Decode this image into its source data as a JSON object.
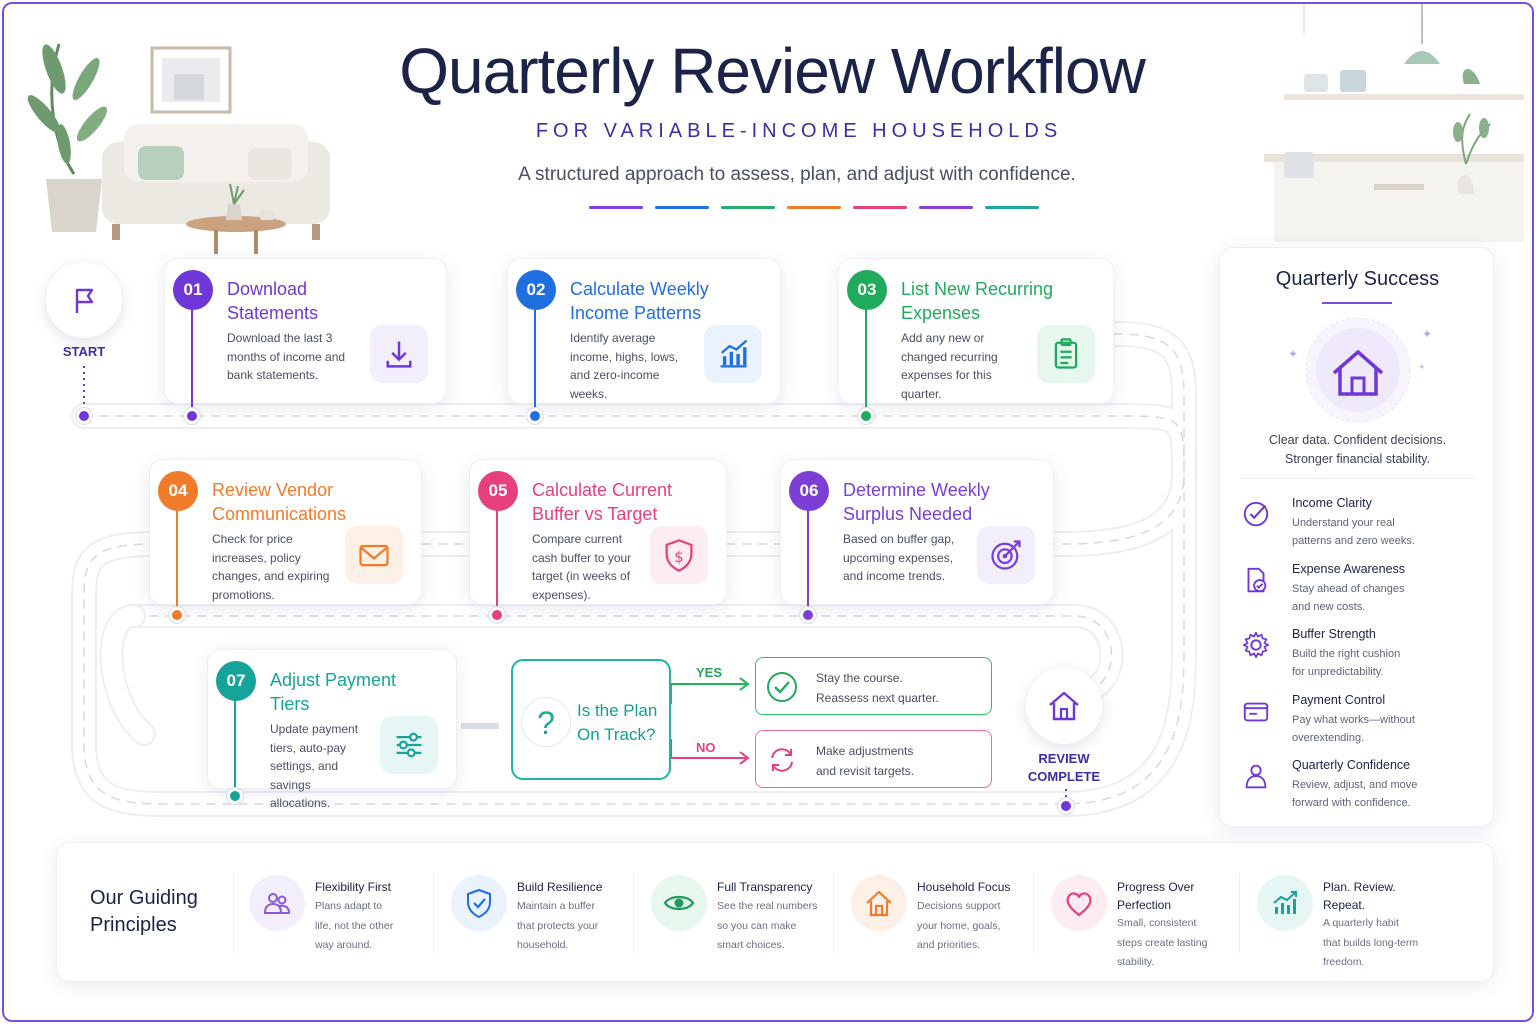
{
  "header": {
    "title": "Quarterly Review Workflow",
    "subtitle": "FOR VARIABLE-INCOME HOUSEHOLDS",
    "tagline": "A structured approach to assess, plan, and adjust with confidence.",
    "bar_colors": [
      "#7b3fe4",
      "#1f6fe0",
      "#22b06a",
      "#f07b2b",
      "#e6407e",
      "#8a3fd9",
      "#1aa8a0"
    ]
  },
  "flow": {
    "start_label": "START",
    "end_label_1": "REVIEW",
    "end_label_2": "COMPLETE",
    "steps": [
      {
        "num": "01",
        "title_1": "Download",
        "title_2": "Statements",
        "desc": "Download the last 3 months of income and bank statements.",
        "color": "#6f37d8",
        "icon": "download-icon"
      },
      {
        "num": "02",
        "title_1": "Calculate Weekly",
        "title_2": "Income Patterns",
        "desc": "Identify average income, highs, lows, and zero-income weeks.",
        "color": "#1f6fe0",
        "icon": "bar-chart-icon"
      },
      {
        "num": "03",
        "title_1": "List New Recurring",
        "title_2": "Expenses",
        "desc": "Add any new or changed recurring expenses for this quarter.",
        "color": "#1faa5c",
        "icon": "clipboard-icon"
      },
      {
        "num": "04",
        "title_1": "Review Vendor",
        "title_2": "Communications",
        "desc": "Check for price increases, policy changes, and expiring promotions.",
        "color": "#f07b2b",
        "icon": "envelope-icon"
      },
      {
        "num": "05",
        "title_1": "Calculate Current",
        "title_2": "Buffer vs Target",
        "desc": "Compare current cash buffer to your target (in weeks of expenses).",
        "color": "#e6407e",
        "icon": "shield-dollar-icon"
      },
      {
        "num": "06",
        "title_1": "Determine Weekly",
        "title_2": "Surplus Needed",
        "desc": "Based on buffer gap, upcoming expenses, and income trends.",
        "color": "#7b3fd6",
        "icon": "target-icon"
      },
      {
        "num": "07",
        "title_1": "Adjust Payment",
        "title_2": "Tiers",
        "desc": "Update payment tiers, auto-pay settings, and savings allocations.",
        "color": "#16a39a",
        "icon": "sliders-icon"
      }
    ],
    "decision": {
      "question_1": "Is the Plan",
      "question_2": "On Track?",
      "yes_label": "YES",
      "no_label": "NO",
      "yes_text_1": "Stay the course.",
      "yes_text_2": "Reassess next quarter.",
      "no_text_1": "Make adjustments",
      "no_text_2": "and revisit targets."
    }
  },
  "success": {
    "title": "Quarterly Success",
    "caption_1": "Clear data. Confident decisions.",
    "caption_2": "Stronger financial stability.",
    "items": [
      {
        "title": "Income Clarity",
        "desc_1": "Understand your real",
        "desc_2": "patterns and zero weeks.",
        "icon": "check-circle-icon"
      },
      {
        "title": "Expense Awareness",
        "desc_1": "Stay ahead of changes",
        "desc_2": "and new costs.",
        "icon": "document-check-icon"
      },
      {
        "title": "Buffer Strength",
        "desc_1": "Build the right cushion",
        "desc_2": "for unpredictability.",
        "icon": "gear-icon"
      },
      {
        "title": "Payment Control",
        "desc_1": "Pay what works—without",
        "desc_2": "overextending.",
        "icon": "wallet-icon"
      },
      {
        "title": "Quarterly Confidence",
        "desc_1": "Review, adjust, and move",
        "desc_2": "forward with confidence.",
        "icon": "person-icon"
      }
    ]
  },
  "principles": {
    "title_1": "Our Guiding",
    "title_2": "Principles",
    "items": [
      {
        "title_1": "Flexibility First",
        "title_2": "",
        "desc": [
          "Plans adapt to",
          "life, not the other",
          "way around."
        ],
        "icon": "people-icon",
        "color": "#8a5ad9",
        "bg": "#f3eefc"
      },
      {
        "title_1": "Build Resilience",
        "title_2": "",
        "desc": [
          "Maintain a buffer",
          "that protects your",
          "household."
        ],
        "icon": "shield-check-icon",
        "color": "#1f6fe0",
        "bg": "#eaf2fd"
      },
      {
        "title_1": "Full Transparency",
        "title_2": "",
        "desc": [
          "See the real numbers",
          "so you can make",
          "smart choices."
        ],
        "icon": "eye-icon",
        "color": "#1f9a5c",
        "bg": "#e8f7ee"
      },
      {
        "title_1": "Household Focus",
        "title_2": "",
        "desc": [
          "Decisions support",
          "your home, goals,",
          "and priorities."
        ],
        "icon": "house-icon",
        "color": "#f07b2b",
        "bg": "#fdf1e7"
      },
      {
        "title_1": "Progress Over",
        "title_2": "Perfection",
        "desc": [
          "Small, consistent",
          "steps create lasting",
          "stability."
        ],
        "icon": "heart-icon",
        "color": "#e6407e",
        "bg": "#fdecf2"
      },
      {
        "title_1": "Plan. Review.",
        "title_2": "Repeat.",
        "desc": [
          "A quarterly habit",
          "that builds long-term",
          "freedom."
        ],
        "icon": "growth-chart-icon",
        "color": "#16a39a",
        "bg": "#e6f6f4"
      }
    ]
  }
}
